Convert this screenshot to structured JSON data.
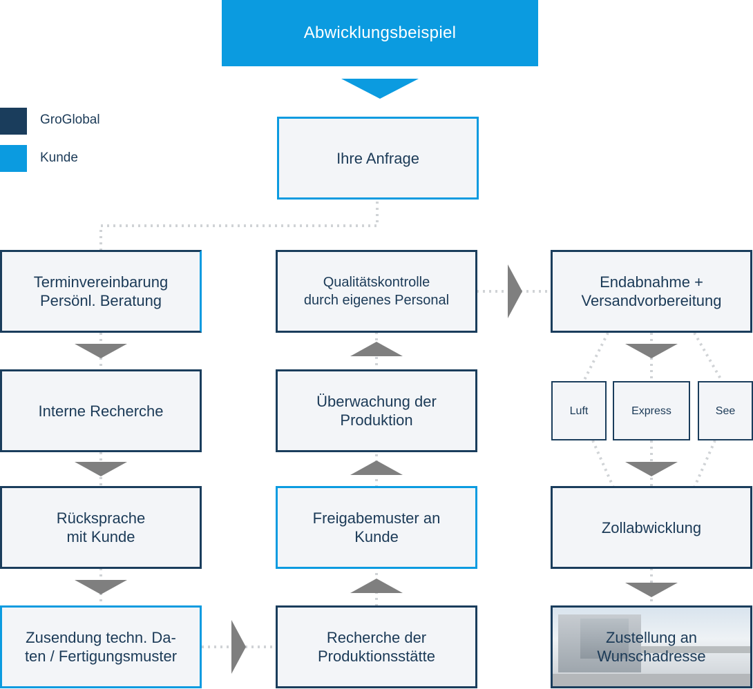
{
  "header": {
    "title": "Abwicklungsbeispiel"
  },
  "legend": [
    {
      "label": "GroGlobal",
      "color": "#1a3d5c"
    },
    {
      "label": "Kunde",
      "color": "#0b9be0"
    }
  ],
  "colors": {
    "groglobal": "#1a3d5c",
    "kunde": "#0b9be0",
    "box_fill": "#f3f5f8",
    "arrow": "#7f7f7f",
    "connector": "#d0d3d6"
  },
  "steps": {
    "anfrage": "Ihre Anfrage",
    "termin": "Terminvereinbarung\nPersönl. Beratung",
    "recherche": "Interne Recherche",
    "ruecksprache": "Rücksprache\nmit Kunde",
    "zusendung": "Zusendung techn. Da-\nten / Fertigungsmuster",
    "qualitaet": "Qualitätskontrolle\ndurch eigenes Personal",
    "ueberwachung": "Überwachung der\nProduktion",
    "freigabe": "Freigabemuster an\nKunde",
    "produktionsstaette": "Recherche der\nProduktionsstätte",
    "endabnahme": "Endabnahme +\nVersandvorbereitung",
    "luft": "Luft",
    "express": "Express",
    "see": "See",
    "zoll": "Zollabwicklung",
    "zustellung": "Zustellung an\nWunschadresse"
  }
}
